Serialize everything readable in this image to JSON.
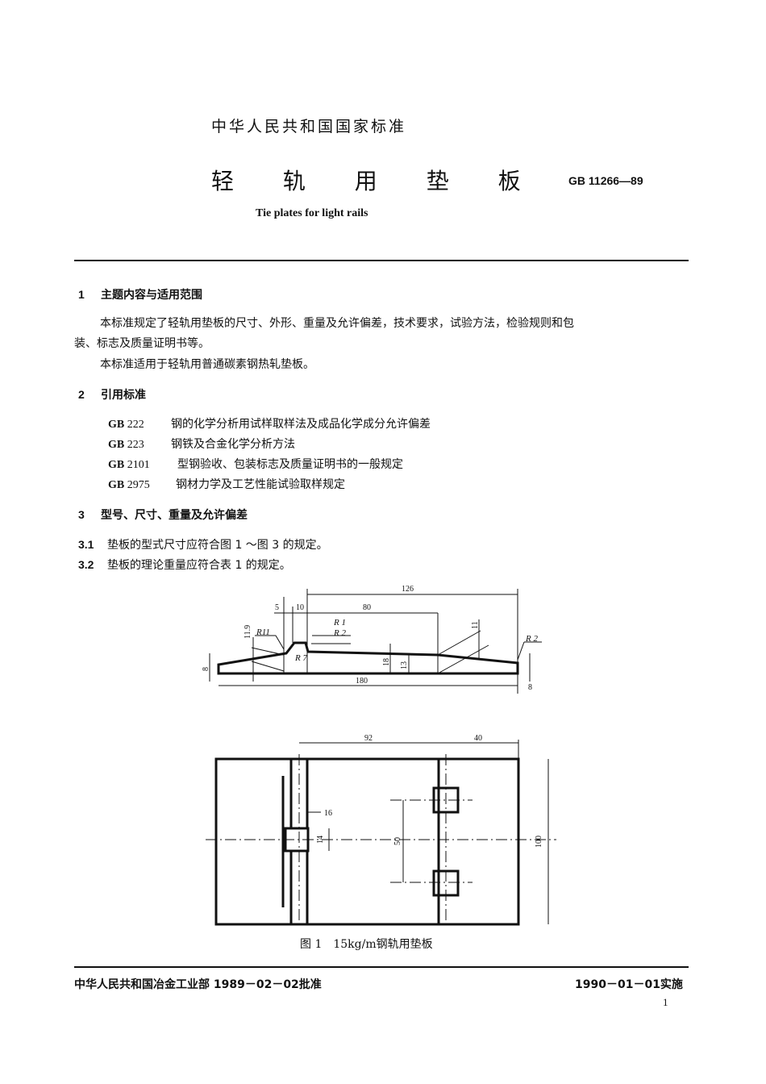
{
  "header": {
    "org": "中华人民共和国国家标准",
    "title": "轻 轨 用 垫 板",
    "code": "GB 11266—89",
    "english_title": "Tie plates for light rails"
  },
  "sections": {
    "s1": {
      "num": "1",
      "title": "主题内容与适用范围",
      "para1_line1": "本标准规定了轻轨用垫板的尺寸、外形、重量及允许偏差，技术要求，试验方法，检验规则和包",
      "para1_line2": "装、标志及质量证明书等。",
      "para2": "本标准适用于轻轨用普通碳素钢热轧垫板。"
    },
    "s2": {
      "num": "2",
      "title": "引用标准",
      "refs": [
        {
          "code": "GB",
          "num": "222",
          "text": "钢的化学分析用试样取样法及成品化学成分允许偏差"
        },
        {
          "code": "GB",
          "num": "223",
          "text": "钢铁及合金化学分析方法"
        },
        {
          "code": "GB",
          "num": "2101",
          "text": "型钢验收、包装标志及质量证明书的一般规定"
        },
        {
          "code": "GB",
          "num": "2975",
          "text": "钢材力学及工艺性能试验取样规定"
        }
      ]
    },
    "s3": {
      "num": "3",
      "title": "型号、尺寸、重量及允许偏差",
      "items": [
        {
          "num": "3.1",
          "text": "垫板的型式尺寸应符合图 1 ～图 3 的规定。"
        },
        {
          "num": "3.2",
          "text": "垫板的理论重量应符合表 1 的规定。"
        }
      ]
    }
  },
  "figure1": {
    "caption": "图 1　15kg/m钢轨用垫板",
    "side_view_dims": {
      "d126": "126",
      "d5": "5",
      "d10": "10",
      "d80": "80",
      "d11_9": "11.9",
      "r11": "R11",
      "r1": "R1",
      "r2": "R2",
      "r7": "R7",
      "d11": "11",
      "r2_end": "R2",
      "d8_left": "8",
      "d18": "18",
      "d13": "13",
      "d180": "180",
      "d8_right": "8"
    },
    "plan_view_dims": {
      "d92": "92",
      "d40": "40",
      "d16": "16",
      "d14": "14",
      "d50": "50",
      "d100": "100"
    }
  },
  "footer": {
    "approval": "中华人民共和国冶金工业部 1989－02－02批准",
    "effective": "1990－01－01实施",
    "page": "1"
  }
}
